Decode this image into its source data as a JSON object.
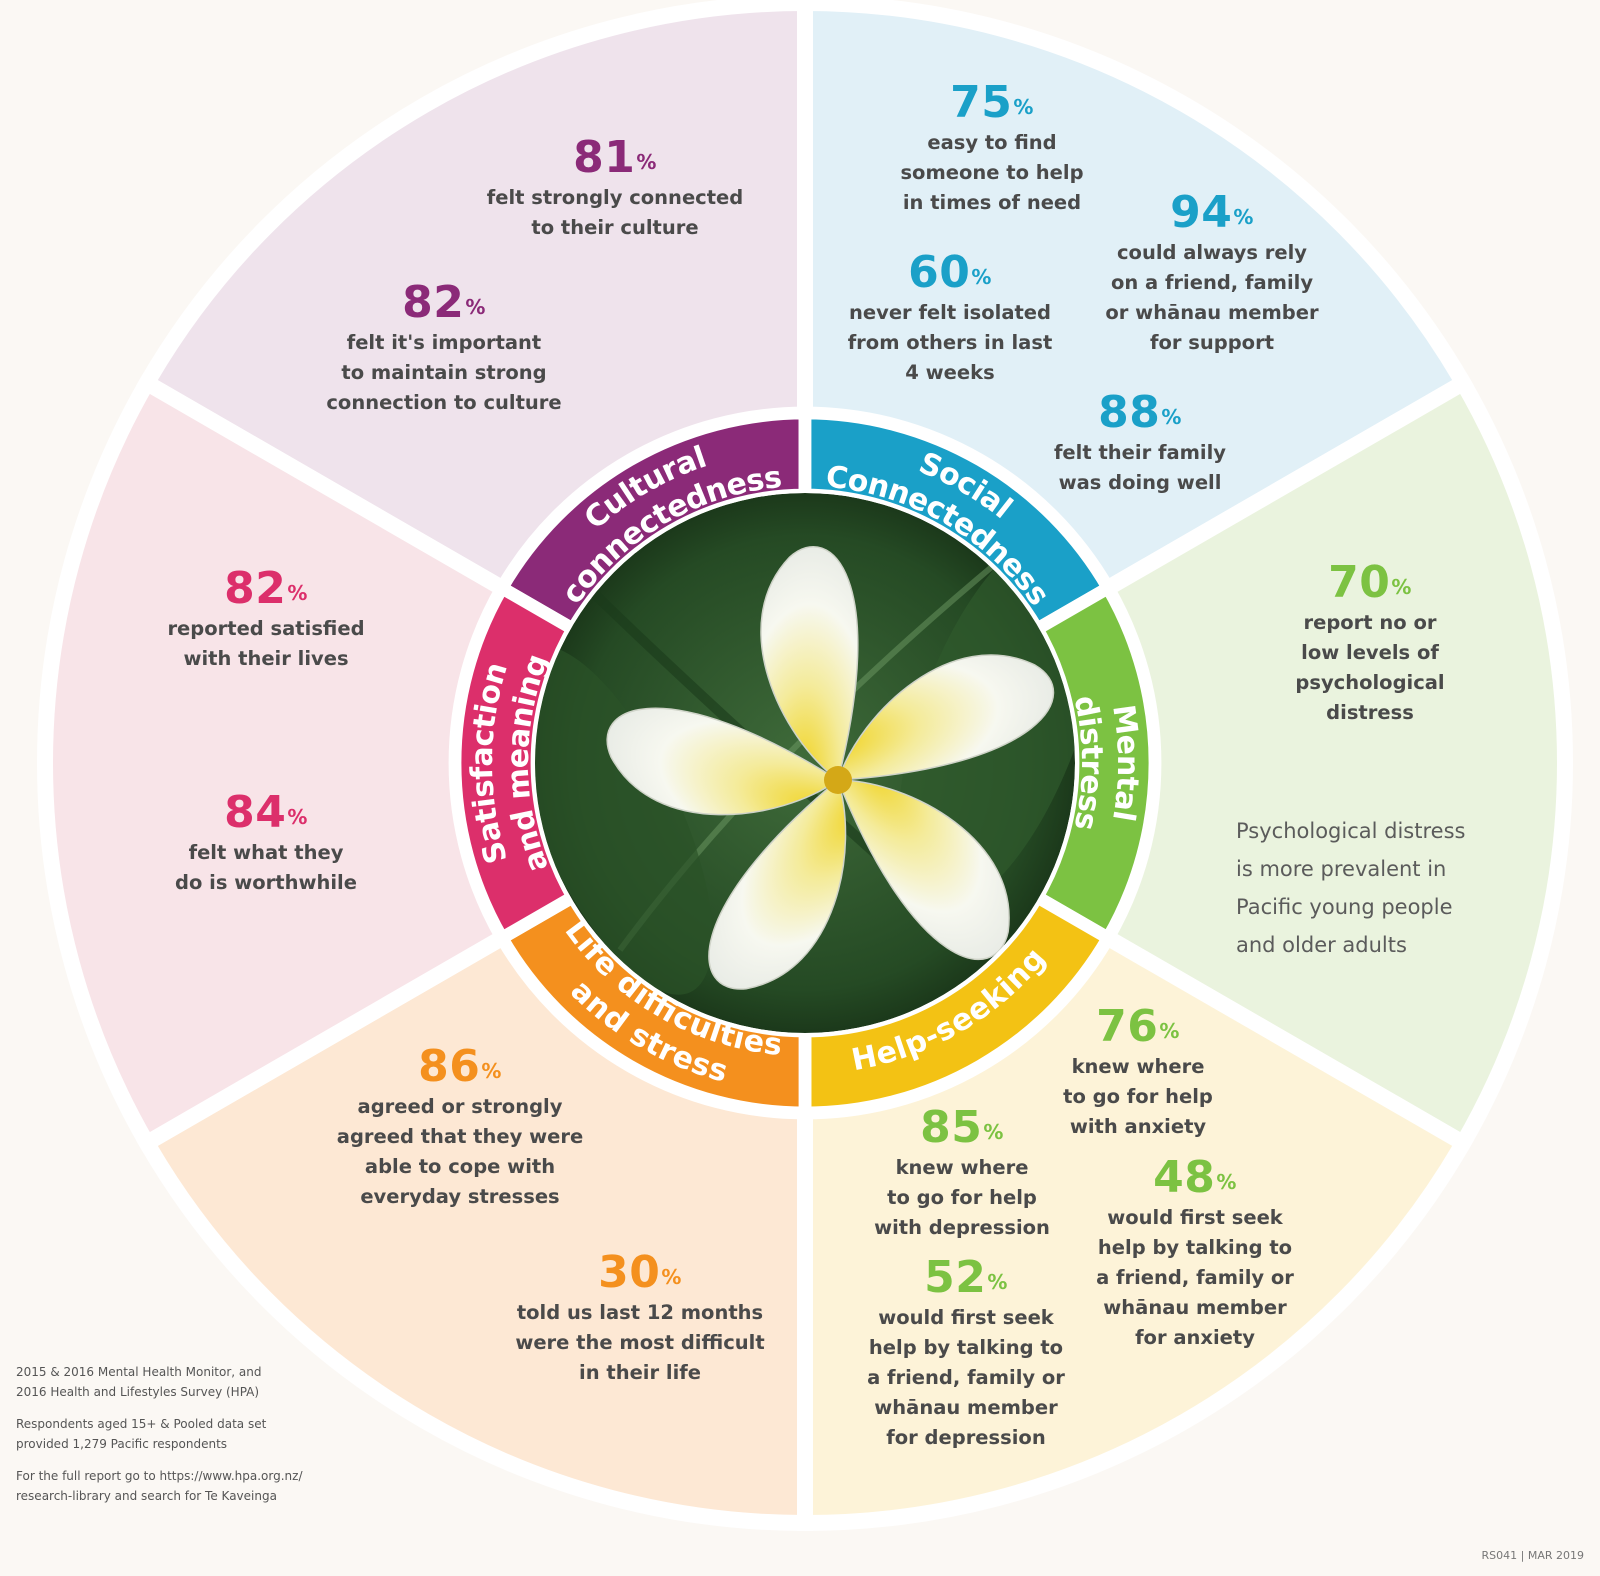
{
  "colors": {
    "cultural": "#8b2a78",
    "social": "#1aa0c8",
    "mental": "#7cc242",
    "help": "#f3c214",
    "life": "#f4901e",
    "satisfaction": "#dc2f6b"
  },
  "segments": [
    {
      "key": "cultural",
      "label": "Cultural\nconnectedness",
      "color": "#8b2a78",
      "bg": "#efe3ec"
    },
    {
      "key": "social",
      "label": "Social\nConnectedness",
      "color": "#1aa0c8",
      "bg": "#e1f0f7"
    },
    {
      "key": "mental",
      "label": "Mental\ndistress",
      "color": "#7cc242",
      "bg": "#eaf3de"
    },
    {
      "key": "help",
      "label": "Help-seeking",
      "color": "#f3c214",
      "bg": "#fdf3d8"
    },
    {
      "key": "life",
      "label": "Life difficulties\nand stress",
      "color": "#f4901e",
      "bg": "#fde8d4"
    },
    {
      "key": "satisfaction",
      "label": "Satisfaction\nand meaning",
      "color": "#dc2f6b",
      "bg": "#f8e4e8"
    }
  ],
  "stats": {
    "c81": {
      "pct": "81",
      "desc": "felt strongly connected\nto their culture"
    },
    "c82": {
      "pct": "82",
      "desc": "felt it's important\nto maintain strong\nconnection to culture"
    },
    "s75": {
      "pct": "75",
      "desc": "easy to find\nsomeone to help\nin times of need"
    },
    "s94": {
      "pct": "94",
      "desc": "could always rely\non a friend, family\nor whānau member\nfor support"
    },
    "s60": {
      "pct": "60",
      "desc": "never felt isolated\nfrom others in last\n4 weeks"
    },
    "s88": {
      "pct": "88",
      "desc": "felt their family\nwas doing well"
    },
    "m70": {
      "pct": "70",
      "desc": "report no or\nlow levels of\npsychological\ndistress"
    },
    "h76": {
      "pct": "76",
      "desc": "knew where\nto go for help\nwith anxiety"
    },
    "h85": {
      "pct": "85",
      "desc": "knew where\nto go for help\nwith depression"
    },
    "h48": {
      "pct": "48",
      "desc": "would first seek\nhelp by talking to\na friend, family or\nwhānau member\nfor anxiety"
    },
    "h52": {
      "pct": "52",
      "desc": "would first seek\nhelp by talking to\na friend, family or\nwhānau member\nfor depression"
    },
    "l86": {
      "pct": "86",
      "desc": "agreed or strongly\nagreed that they were\nable to cope with\neveryday stresses"
    },
    "l30": {
      "pct": "30",
      "desc": "told us last 12 months\nwere the most difficult\nin their life"
    },
    "sa82": {
      "pct": "82",
      "desc": "reported satisfied\nwith their lives"
    },
    "sa84": {
      "pct": "84",
      "desc": "felt what they\ndo is worthwhile"
    }
  },
  "pct_symbol": "%",
  "mental_note": "Psychological distress\nis more prevalent in\nPacific young people\nand older adults",
  "footer": {
    "source": "2015 & 2016 Mental Health Monitor, and\n2016 Health and Lifestyles Survey (HPA)",
    "respondents": "Respondents aged 15+ & Pooled data set\nprovided 1,279 Pacific respondents",
    "report": "For the full report go to https://www.hpa.org.nz/\nresearch-library and search for Te Kaveinga",
    "ref": "RS041  |  MAR 2019"
  },
  "center_image": "plumeria-flower"
}
